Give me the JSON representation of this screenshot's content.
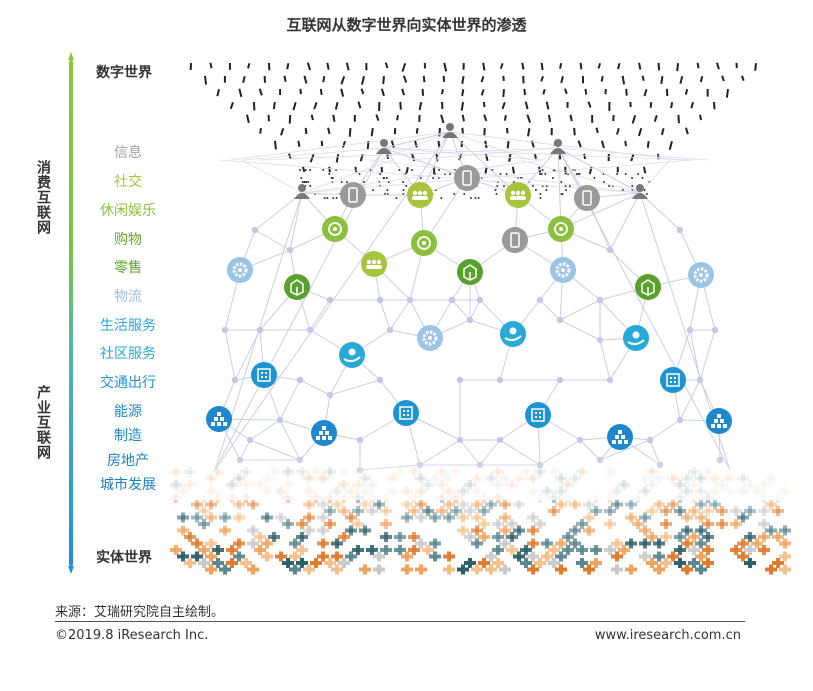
{
  "title": "互联网从数字世界向实体世界的渗透",
  "axis": {
    "top_label": "数字世界",
    "bottom_label": "实体世界",
    "upper_section": "消费互联网",
    "lower_section": "产业互联网"
  },
  "categories": [
    {
      "label": "信息",
      "color": "#a0a0a0"
    },
    {
      "label": "社交",
      "color": "#a6c43c"
    },
    {
      "label": "休闲娱乐",
      "color": "#8cbf3f"
    },
    {
      "label": "购物",
      "color": "#6aa832"
    },
    {
      "label": "零售",
      "color": "#5aa02c"
    },
    {
      "label": "物流",
      "color": "#9cc0d8"
    },
    {
      "label": "生活服务",
      "color": "#29a9d6"
    },
    {
      "label": "社区服务",
      "color": "#29a9d6"
    },
    {
      "label": "交通出行",
      "color": "#1f94d2"
    },
    {
      "label": "能源",
      "color": "#1f88cc"
    },
    {
      "label": "制造",
      "color": "#1f88cc"
    },
    {
      "label": "房地产",
      "color": "#1e7fc4"
    },
    {
      "label": "城市发展",
      "color": "#1e7fc4"
    }
  ],
  "footer": {
    "source": "来源：艾瑞研究院自主绘制。",
    "copyright": "©2019.8 iResearch Inc.",
    "website": "www.iresearch.com.cn"
  }
}
